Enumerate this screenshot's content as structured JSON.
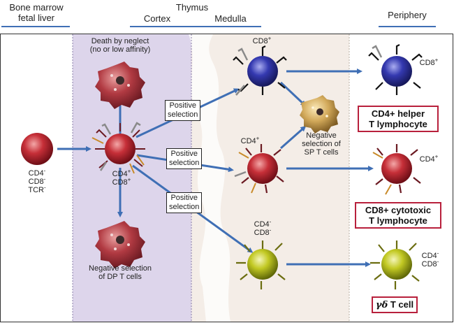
{
  "headers": {
    "bone_marrow": "Bone marrow\nfetal liver",
    "thymus": "Thymus",
    "cortex": "Cortex",
    "medulla": "Medulla",
    "periphery": "Periphery"
  },
  "labels": {
    "death_by_neglect": "Death by neglect\n(no or low affinity)",
    "negative_selection_dp": "Negative selection\nof DP T cells",
    "negative_selection_sp": "Negative\nselection of\nSP T cells",
    "positive_selection": "Positive\nselection"
  },
  "markers": {
    "cd4": "CD4",
    "cd8": "CD8",
    "tcr": "TCR",
    "plus": "+",
    "minus": "-"
  },
  "results": {
    "helper": "CD4+ helper\nT lymphocyte",
    "cytotoxic": "CD8+ cytotoxic\nT lymphocyte",
    "gd_greek": "γδ",
    "gd_rest": " T cell"
  },
  "colors": {
    "header_bar": "#3f6fb5",
    "cortex_bg": "#dcd4ea",
    "medulla_bg": "#f3ece6",
    "arrow": "#3f6fb5",
    "red_cell": "#b8202e",
    "blue_cell": "#2a2f9c",
    "green_cell": "#b9c21c",
    "dying_cell": "#a8303a",
    "neg_sel_cell": "#c9a24a",
    "result_border": "#b8203c"
  }
}
